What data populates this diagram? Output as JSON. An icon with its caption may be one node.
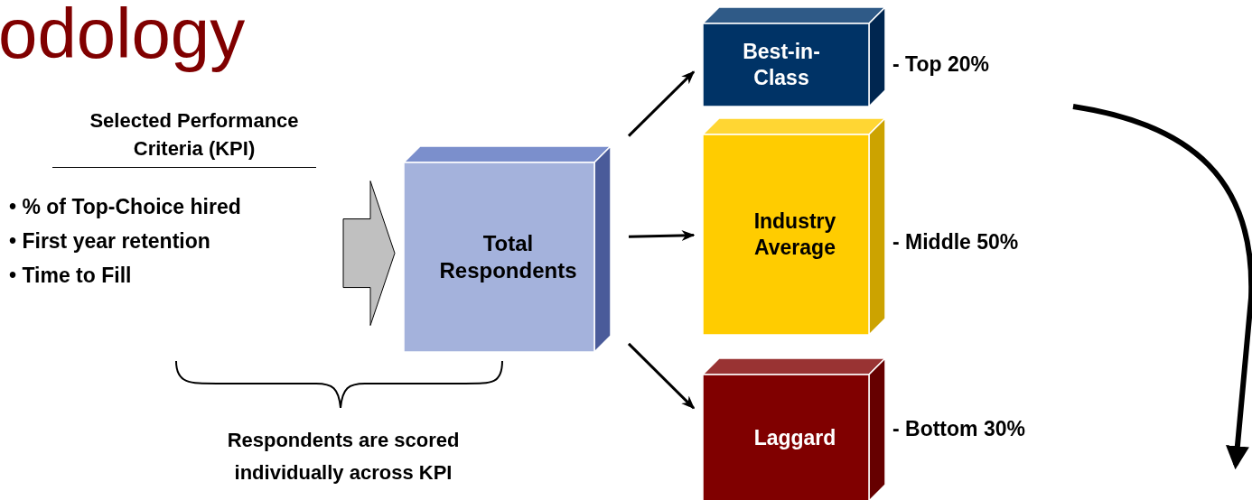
{
  "diagram": {
    "title": "odology",
    "nodes": [
      {
        "text": [
          "Selected Performance Criteria (KPI)",
          "• % of Top-Choice hired",
          "• First year retention",
          "• Time to Fill"
        ]
      },
      {
        "text": [
          "Total Respondents"
        ]
      },
      {
        "text": [
          "Best-in-Class"
        ],
        "beside": [
          "- Top 20%"
        ]
      },
      {
        "text": [
          "Industry Average"
        ],
        "beside": [
          "- Middle 50%"
        ]
      },
      {
        "text": [
          "Laggard"
        ],
        "beside": [
          "- Bottom 30%"
        ]
      }
    ],
    "edges": [
      {
        "from": 0,
        "to": 1,
        "arrow": "to",
        "style": "thick",
        "color": "#c0c0c0"
      },
      {
        "from": 1,
        "to": 2,
        "arrow": "to"
      },
      {
        "from": 1,
        "to": 3,
        "arrow": "to"
      },
      {
        "from": 1,
        "to": 4,
        "arrow": "to"
      }
    ],
    "labels": [
      "Respondents are scored individually across KPI"
    ]
  }
}
